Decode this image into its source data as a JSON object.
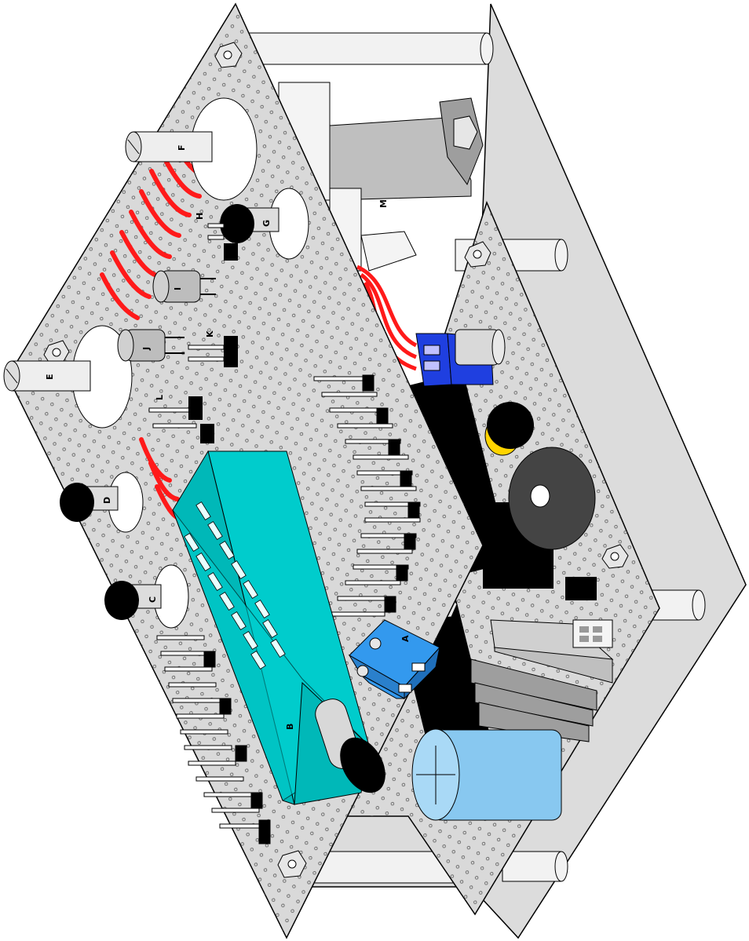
{
  "labels": {
    "A": "A",
    "B": "B",
    "C": "C",
    "D": "D",
    "E": "E",
    "F": "F",
    "G": "G",
    "H": "H",
    "I": "I",
    "J": "J",
    "K": "K",
    "L": "L",
    "M": "M"
  },
  "colors": {
    "board": "#d9d9d9",
    "board_edge": "#000000",
    "socket": "#00cccc",
    "terminal_block": "#3399ee",
    "capacitor": "#88c8f0",
    "wire": "#ff1a1a",
    "ic": "#000000",
    "transformer": "#bfbfbf",
    "relay_blue": "#1f3fe0",
    "speaker": "#444444",
    "knob": "#000000",
    "led": "#bdbdbd",
    "yellow": "#ffd400"
  }
}
